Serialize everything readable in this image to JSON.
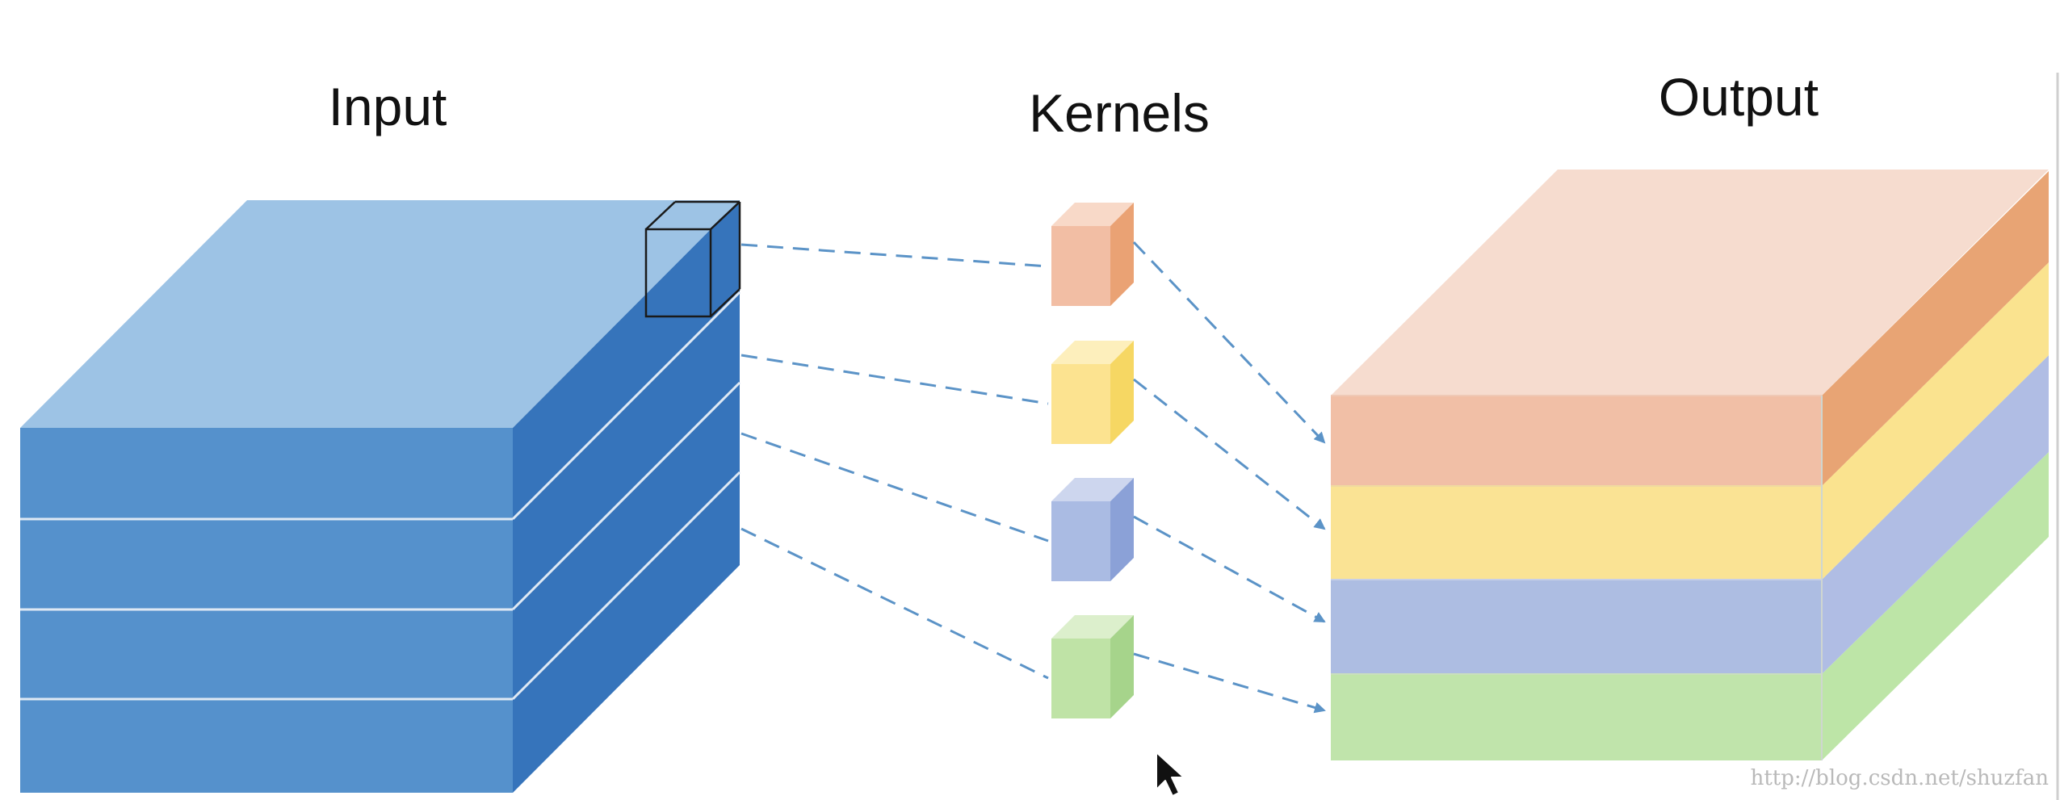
{
  "labels": {
    "input": "Input",
    "kernels": "Kernels",
    "output": "Output"
  },
  "watermark": "http://blog.csdn.net/shuzfan",
  "input_block": {
    "layers": 4,
    "colors": {
      "front": "#5591cc",
      "top": "#9dc3e5",
      "side": "#3674bb",
      "divider": "#dfe9f4"
    }
  },
  "kernels": [
    {
      "name": "orange",
      "front": "#f2bea4",
      "top": "#f8d9c8",
      "side": "#eaa274"
    },
    {
      "name": "yellow",
      "front": "#fce390",
      "top": "#fdefbc",
      "side": "#f6d763"
    },
    {
      "name": "blue",
      "front": "#aabbe3",
      "top": "#cdd6ee",
      "side": "#8ba1d7"
    },
    {
      "name": "green",
      "front": "#bfe3a6",
      "top": "#dcefcc",
      "side": "#a6d48b"
    }
  ],
  "output_layers": [
    {
      "name": "orange",
      "front": "#f1bfa6",
      "top": "#f6dccf",
      "side": "#e8a474"
    },
    {
      "name": "yellow",
      "front": "#fae394",
      "side": "#fae38f"
    },
    {
      "name": "blue",
      "front": "#adbde2",
      "side": "#b0bde4"
    },
    {
      "name": "green",
      "front": "#c0e4ab",
      "side": "#bde5a7"
    }
  ],
  "connector_color": "#5b93c7"
}
